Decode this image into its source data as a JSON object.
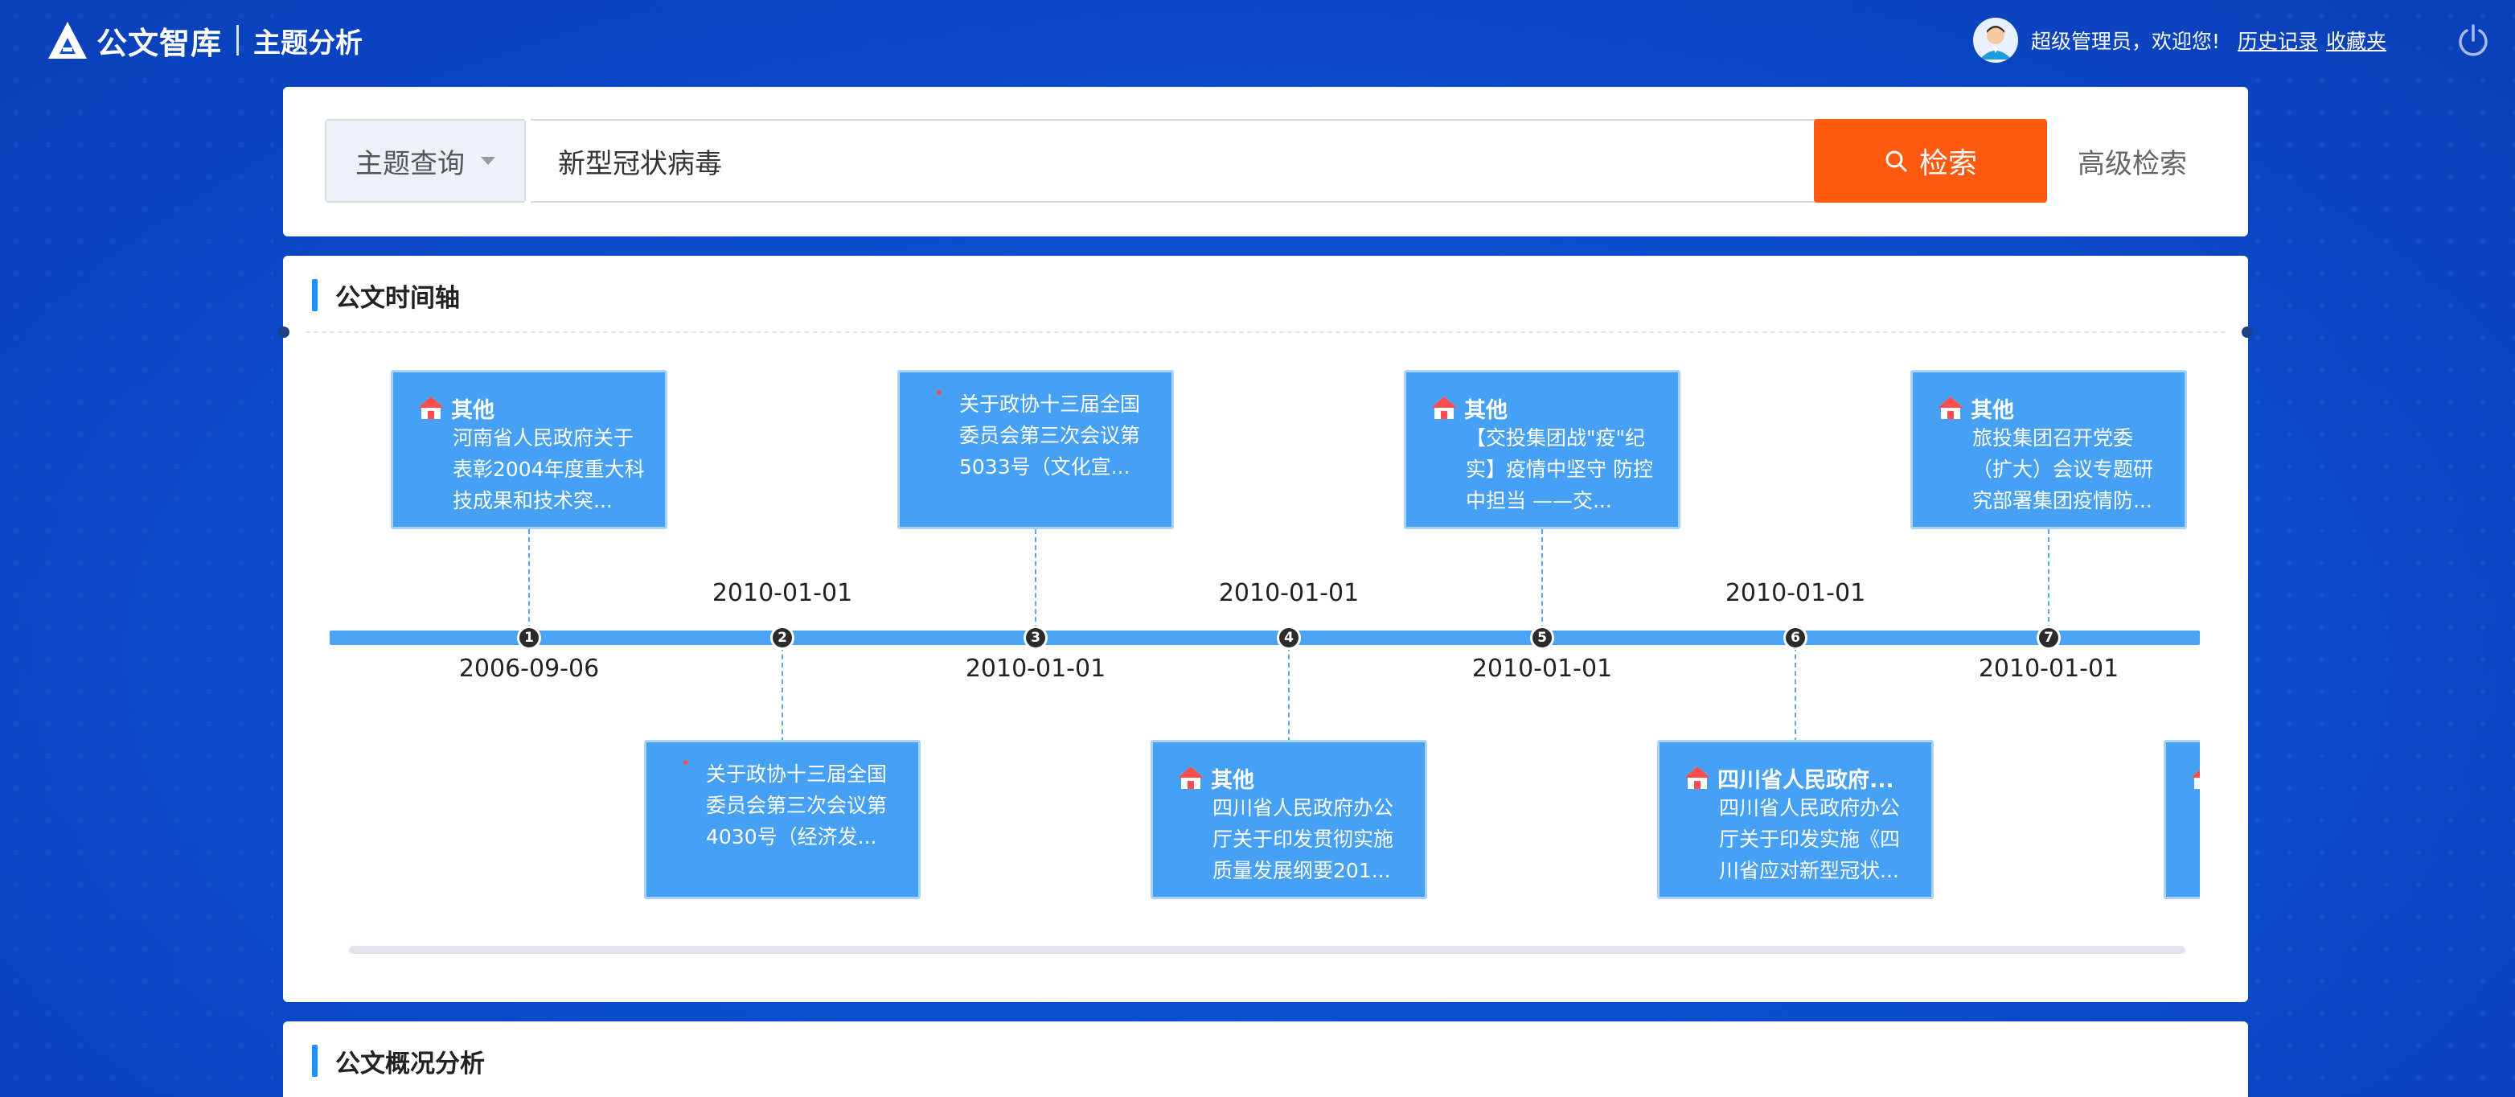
{
  "header": {
    "logo_text": "公文智库",
    "sub_title": "主题分析",
    "greeting": "超级管理员，欢迎您!",
    "links": [
      "历史记录",
      "收藏夹"
    ]
  },
  "search": {
    "type_label": "主题查询",
    "query": "新型冠状病毒",
    "button_label": "检索",
    "advanced_label": "高级检索",
    "accent_color": "#ff5a11"
  },
  "timeline": {
    "title": "公文时间轴",
    "nodes": [
      {
        "index": "1",
        "date": "2006-09-06",
        "position": "top",
        "category": "其他",
        "text": "河南省人民政府关于表彰2004年度重大科技成果和技术突..."
      },
      {
        "index": "2",
        "date": "2010-01-01",
        "position": "bottom",
        "category": "",
        "text": "关于政协十三届全国委员会第三次会议第4030号（经济发..."
      },
      {
        "index": "3",
        "date": "2010-01-01",
        "position": "top",
        "category": "",
        "text": "关于政协十三届全国委员会第三次会议第5033号（文化宣..."
      },
      {
        "index": "4",
        "date": "2010-01-01",
        "position": "bottom",
        "category": "其他",
        "text": "四川省人民政府办公厅关于印发贯彻实施质量发展纲要201..."
      },
      {
        "index": "5",
        "date": "2010-01-01",
        "position": "top",
        "category": "其他",
        "text": "【交投集团战\"疫\"纪实】疫情中坚守 防控中担当 ——交..."
      },
      {
        "index": "6",
        "date": "2010-01-01",
        "position": "bottom",
        "category": "四川省人民政府...",
        "text": "四川省人民政府办公厅关于印发实施《四川省应对新型冠状..."
      },
      {
        "index": "7",
        "date": "2010-01-01",
        "position": "top",
        "category": "其他",
        "text": "旅投集团召开党委（扩大）会议专题研究部署集团疫情防..."
      }
    ],
    "track_color": "#4aa3f5"
  },
  "overview": {
    "title": "公文概况分析"
  }
}
